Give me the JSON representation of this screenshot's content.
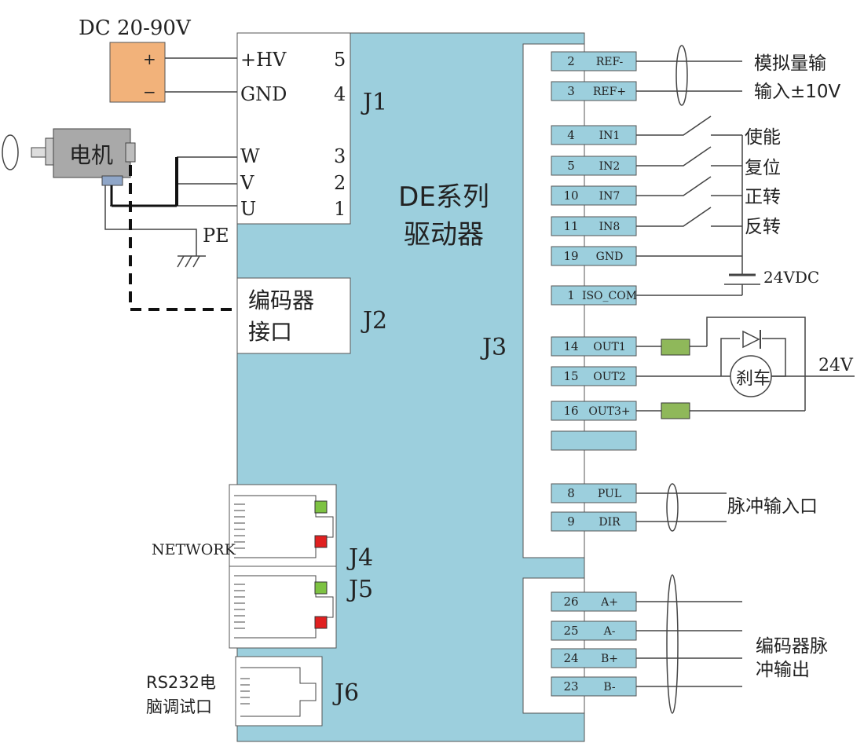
{
  "power": {
    "title": "DC  20-90V",
    "plus": "+",
    "minus": "−"
  },
  "motor": {
    "label": "电机"
  },
  "pe": "PE",
  "driver": {
    "line1": "DE系列",
    "line2": "驱动器"
  },
  "j1": {
    "name": "J1",
    "pins": [
      {
        "label": "+HV",
        "num": "5"
      },
      {
        "label": "GND",
        "num": "4"
      },
      {
        "label": "W",
        "num": "3"
      },
      {
        "label": "V",
        "num": "2"
      },
      {
        "label": "U",
        "num": "1"
      }
    ]
  },
  "j2": {
    "name": "J2",
    "line1": "编码器",
    "line2": "接口"
  },
  "j3": {
    "name": "J3",
    "pins": [
      {
        "num": "2",
        "label": "REF-"
      },
      {
        "num": "3",
        "label": "REF+"
      },
      {
        "num": "4",
        "label": "IN1"
      },
      {
        "num": "5",
        "label": "IN2"
      },
      {
        "num": "10",
        "label": "IN7"
      },
      {
        "num": "11",
        "label": "IN8"
      },
      {
        "num": "19",
        "label": "GND"
      },
      {
        "num": "1",
        "label": "ISO_COM"
      },
      {
        "num": "14",
        "label": "OUT1"
      },
      {
        "num": "15",
        "label": "OUT2"
      },
      {
        "num": "16",
        "label": "OUT3+"
      },
      {
        "num": "",
        "label": ""
      },
      {
        "num": "8",
        "label": "PUL"
      },
      {
        "num": "9",
        "label": "DIR"
      }
    ],
    "analog_label1": "模拟量输",
    "analog_label2": "输入±10V",
    "switches": [
      "使能",
      "复位",
      "正转",
      "反转"
    ],
    "supply": "24VDC",
    "brake": "刹车",
    "brake_supply": "24V",
    "pulse_label": "脉冲输入口"
  },
  "encoder_out": {
    "pins": [
      {
        "num": "26",
        "label": "A+"
      },
      {
        "num": "25",
        "label": "A-"
      },
      {
        "num": "24",
        "label": "B+"
      },
      {
        "num": "23",
        "label": "B-"
      }
    ],
    "label1": "编码器脉",
    "label2": "冲输出"
  },
  "j4": {
    "name": "J4"
  },
  "j5": {
    "name": "J5"
  },
  "network": "NETWORK",
  "j6": {
    "name": "J6",
    "label1": "RS232电",
    "label2": "脑调试口"
  },
  "colors": {
    "driver": "#9ccfdd",
    "pin": "#9ccfdd",
    "power": "#f2b27a",
    "motor": "#a9a9a9",
    "opto": "#8fb85a",
    "led_green": "#7dc242",
    "led_red": "#e02020"
  }
}
